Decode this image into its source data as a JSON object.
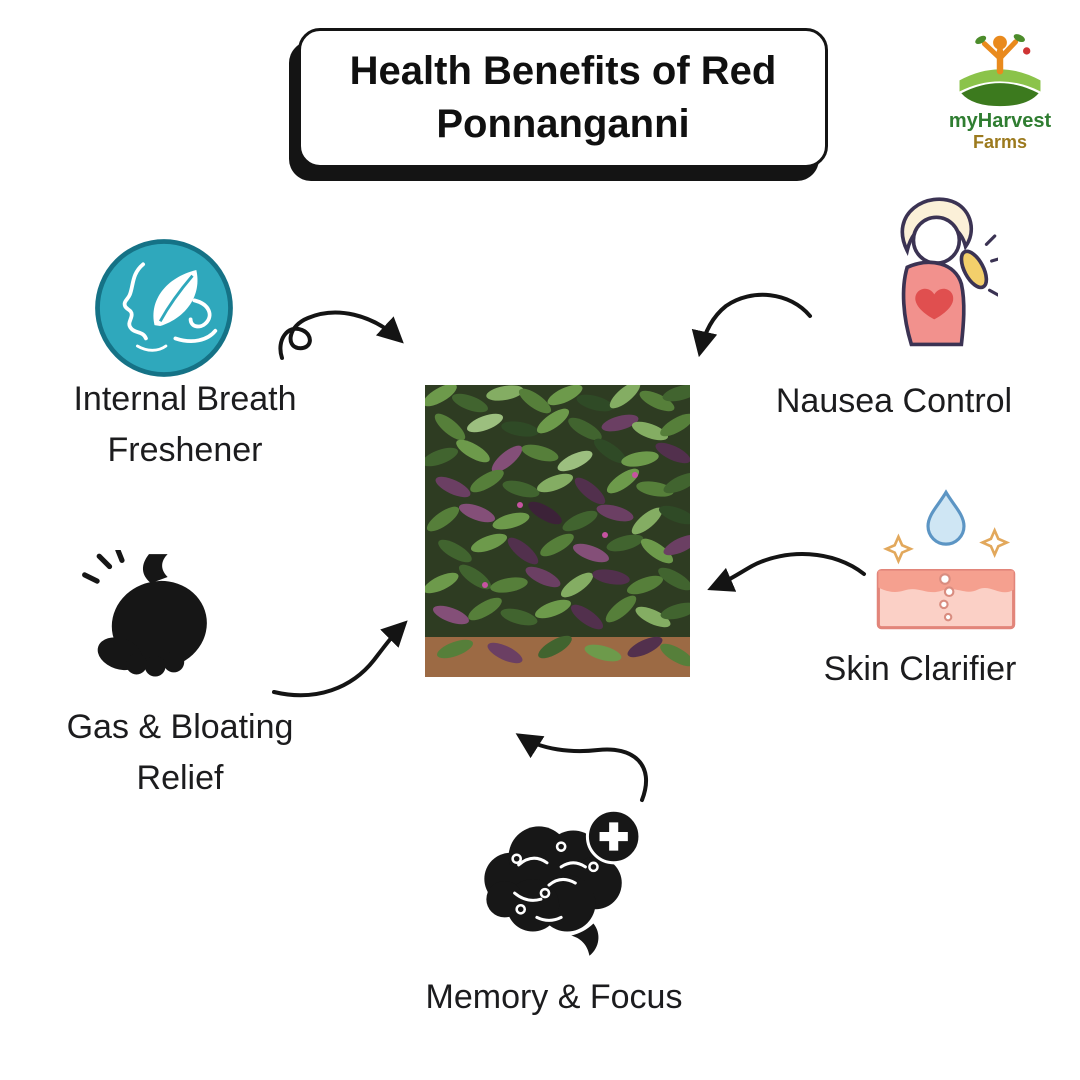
{
  "title": {
    "line1": "Health Benefits of Red",
    "line2": "Ponnanganni"
  },
  "logo": {
    "name_top": "myHarvest",
    "name_bottom": "Farms"
  },
  "benefits": [
    {
      "id": "breath",
      "label": "Internal Breath Freshener",
      "icon": "breath-freshener-icon"
    },
    {
      "id": "nausea",
      "label": "Nausea Control",
      "icon": "nausea-control-icon"
    },
    {
      "id": "skin",
      "label": "Skin Clarifier",
      "icon": "skin-clarifier-icon"
    },
    {
      "id": "gas",
      "label": "Gas & Bloating Relief",
      "icon": "stomach-icon"
    },
    {
      "id": "memory",
      "label": "Memory & Focus",
      "icon": "brain-plus-icon"
    }
  ],
  "colors": {
    "background": "#ffffff",
    "text": "#1c1c1e",
    "title_border": "#141414",
    "arrow": "#141414",
    "breath_teal": "#2fa8bc",
    "nausea_pink": "#f2918d",
    "nausea_yellow": "#f3cf6b",
    "skin_pink": "#fbd0c6",
    "droplet_blue": "#cfe6f4",
    "logo_green": "#2f7d31",
    "logo_gold": "#9c7a1e"
  }
}
